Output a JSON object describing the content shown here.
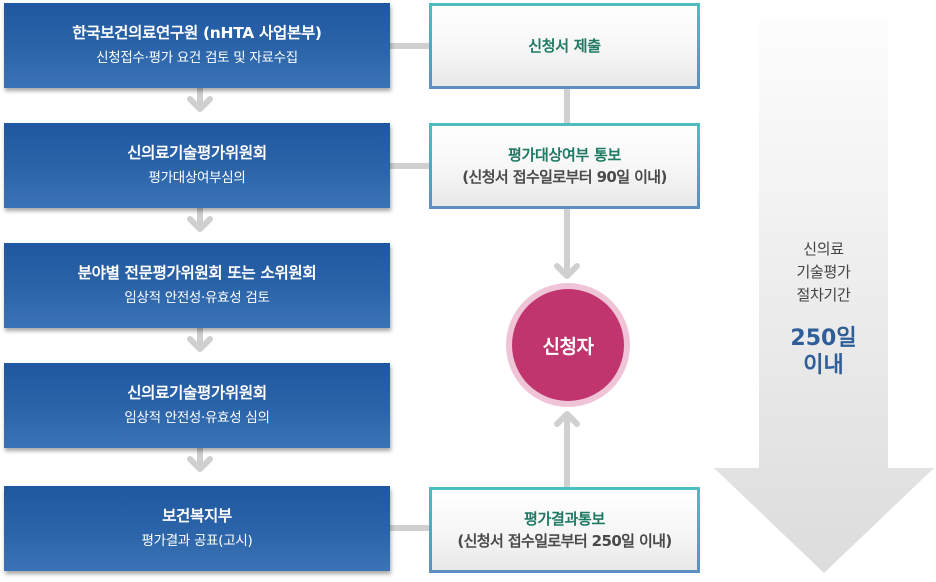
{
  "diagram": {
    "process_steps": [
      {
        "title": "한국보건의료연구원 (nHTA 사업본부)",
        "subtitle": "신청접수·평가 요건 검토 및 자료수집"
      },
      {
        "title": "신의료기술평가위원회",
        "subtitle": "평가대상여부심의"
      },
      {
        "title": "분야별 전문평가위원회 또는 소위원회",
        "subtitle": "임상적 안전성·유효성 검토"
      },
      {
        "title": "신의료기술평가위원회",
        "subtitle": "임상적 안전성·유효성 심의"
      },
      {
        "title": "보건복지부",
        "subtitle": "평가결과 공표(고시)"
      }
    ],
    "notices": [
      {
        "title": "신청서 제출",
        "subtitle": ""
      },
      {
        "title": "평가대상여부 통보",
        "subtitle": "(신청서 접수일로부터 90일 이내)"
      },
      {
        "title": "평가결과통보",
        "subtitle": "(신청서 접수일로부터 250일 이내)"
      }
    ],
    "applicant": {
      "label": "신청자"
    },
    "period": {
      "label_lines": [
        "신의료",
        "기술평가",
        "절차기간"
      ],
      "value_lines": [
        "250일",
        "이내"
      ]
    },
    "colors": {
      "step_blue": "#2c64a9",
      "notice_title_green": "#1e7a63",
      "notice_border_teal": "#4bbfc1",
      "notice_border_blue": "#5d8fc3",
      "applicant_magenta": "#c0356e",
      "applicant_ring": "#f0c4d7",
      "period_value_blue": "#2f5e98",
      "connector_gray": "#d0d0d0"
    }
  }
}
